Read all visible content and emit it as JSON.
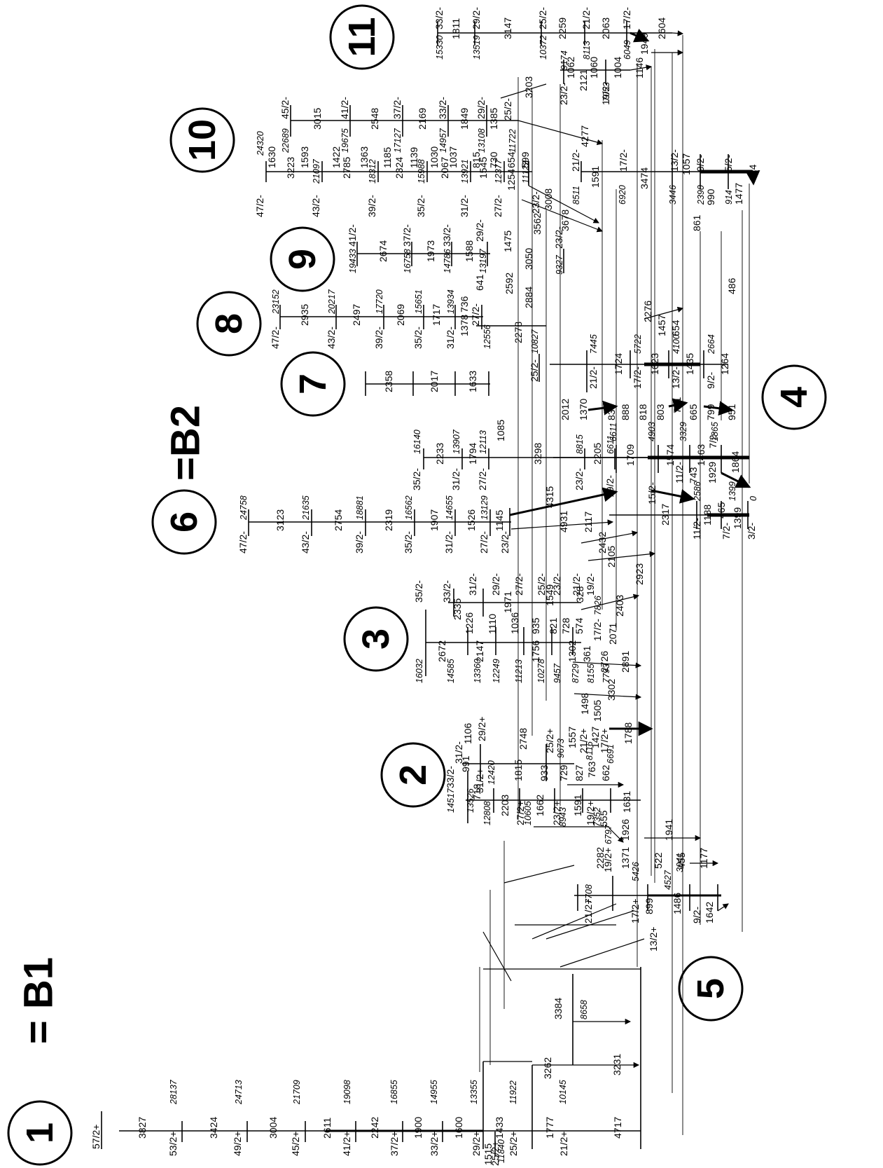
{
  "bands": {
    "b1": {
      "number": "1",
      "label": "= B1"
    },
    "b2": {
      "number": "2"
    },
    "b3": {
      "number": "3"
    },
    "b4": {
      "number": "4"
    },
    "b5": {
      "number": "5"
    },
    "b6": {
      "number": "6",
      "label": "=B2"
    },
    "b7": {
      "number": "7"
    },
    "b8": {
      "number": "8"
    },
    "b9": {
      "number": "9"
    },
    "b10": {
      "number": "10"
    },
    "b11": {
      "number": "11"
    }
  },
  "band1": {
    "spins": [
      "57/2+",
      "53/2+",
      "49/2+",
      "45/2+",
      "41/2+",
      "37/2+",
      "33/2+",
      "29/2+",
      "25/2+",
      "21/2+",
      "25/2+"
    ],
    "energies": [
      "28137",
      "24713",
      "21709",
      "19098",
      "16855",
      "14955",
      "13355",
      "11922",
      "10145",
      "11840"
    ],
    "gammas": [
      "3827",
      "3424",
      "3004",
      "2611",
      "2242",
      "1900",
      "1600",
      "1433",
      "1777",
      "4717",
      "1515",
      "3262",
      "3384",
      "3231",
      "8658"
    ]
  },
  "band2": {
    "spins": [
      "33/2-",
      "31/2-",
      "29/2+",
      "31/2+",
      "27/2+",
      "25/2+",
      "23/2+",
      "21/2+",
      "19/2+",
      "17/2+"
    ],
    "energies": [
      "14517",
      "13526",
      "12808",
      "12420",
      "10605",
      "9673",
      "8943",
      "8116",
      "7352",
      "6691"
    ],
    "gammas": [
      "991",
      "718",
      "1106",
      "2203",
      "2748",
      "1815",
      "933",
      "1662",
      "729",
      "1557",
      "827",
      "763",
      "1591",
      "1427",
      "662",
      "1505",
      "1498",
      "1788",
      "1631",
      "555",
      "1926"
    ]
  },
  "band3": {
    "spins": [
      "35/2-",
      "33/2-",
      "31/2-",
      "29/2-",
      "27/2-",
      "25/2-",
      "23/2-",
      "21/2-",
      "19/2-",
      "17/2-"
    ],
    "energies": [
      "16032",
      "14585",
      "13360",
      "12249",
      "11213",
      "10278",
      "9457",
      "8729",
      "8155",
      "7826",
      "7793"
    ],
    "gammas": [
      "2672",
      "2335",
      "2147",
      "1226",
      "1110",
      "1036",
      "1971",
      "935",
      "821",
      "1549",
      "1756",
      "728",
      "574",
      "1302",
      "361",
      "328",
      "3302",
      "2726",
      "2891",
      "2071",
      "2403",
      "2923",
      "2105",
      "2432",
      "2117"
    ]
  },
  "band4": {
    "spins": [
      "21/2-",
      "17/2-",
      "13/2-",
      "9/2-",
      "15/2-",
      "11/2-",
      "7/2-",
      "3/2-",
      "11/2-",
      "7/2-"
    ],
    "energies": [
      "7445",
      "5722",
      "4100",
      "2664",
      "6611",
      "4903",
      "3329",
      "1865",
      "2586",
      "1399",
      "0"
    ],
    "gammas": [
      "1724",
      "1623",
      "1435",
      "1264",
      "1457",
      "654",
      "2276",
      "834",
      "888",
      "818",
      "803",
      "771",
      "665",
      "799",
      "951",
      "1709",
      "1574",
      "1463",
      "1929",
      "743",
      "1864",
      "2317",
      "1188",
      "465",
      "1399"
    ]
  },
  "band5": {
    "spins": [
      "21/2+",
      "19/2+",
      "17/2+",
      "13/2+",
      "9/2-"
    ],
    "energies": [
      "7708",
      "6797",
      "5426",
      "4527",
      "3041"
    ],
    "gammas": [
      "2282",
      "1371",
      "899",
      "522",
      "1486",
      "455",
      "1177",
      "1941",
      "1642"
    ]
  },
  "band6": {
    "spins": [
      "47/2-",
      "43/2-",
      "39/2-",
      "35/2-",
      "31/2-",
      "27/2-",
      "23/2-"
    ],
    "energies": [
      "24758",
      "21635",
      "18881",
      "16562",
      "14655",
      "13129",
      "12113"
    ],
    "gammas": [
      "3123",
      "2754",
      "2319",
      "1907",
      "1526",
      "1145",
      "4315",
      "4931"
    ]
  },
  "b2side": {
    "spins": [
      "35/2-",
      "31/2-",
      "27/2-",
      "23/2-",
      "19/2-"
    ],
    "energies": [
      "16140",
      "13907",
      "12113",
      "8815",
      "6611"
    ],
    "gammas": [
      "2233",
      "1794",
      "3298",
      "2205",
      "1085"
    ]
  },
  "band7": {
    "gammas": [
      "2358",
      "2017",
      "1633"
    ]
  },
  "band8": {
    "spins": [
      "47/2-",
      "43/2-",
      "39/2-",
      "35/2-",
      "31/2-",
      "27/2-",
      "25/2-"
    ],
    "energies": [
      "23152",
      "20217",
      "17720",
      "15651",
      "13934",
      "12556",
      "10827"
    ],
    "gammas": [
      "2935",
      "2497",
      "2069",
      "1717",
      "1378",
      "736",
      "641",
      "2592",
      "2278",
      "2884",
      "2012",
      "1370"
    ]
  },
  "band9": {
    "spins": [
      "41/2-",
      "37/2-",
      "33/2-",
      "29/2-",
      "23/2-"
    ],
    "energies": [
      "19433",
      "16758",
      "14786",
      "13197",
      "9327"
    ],
    "gammas": [
      "2674",
      "1973",
      "1588",
      "1475",
      "3050",
      "3562"
    ]
  },
  "band10": {
    "spins": [
      "47/2-",
      "45/2-",
      "43/2-",
      "41/2-",
      "39/2-",
      "37/2-",
      "35/2-",
      "33/2-",
      "31/2-",
      "29/2-",
      "27/2-",
      "25/2-",
      "23/2-",
      "21/2-",
      "17/2-",
      "13/2-",
      "9/2-",
      "5/2-"
    ],
    "energies": [
      "24320",
      "22689",
      "21097",
      "19675",
      "18312",
      "17127",
      "15988",
      "14957",
      "13921",
      "13108",
      "12377",
      "11722",
      "11123",
      "8511",
      "6920",
      "3446",
      "2390",
      "914"
    ],
    "gammas": [
      "3223",
      "3015",
      "1630",
      "1593",
      "1422",
      "2785",
      "2548",
      "1363",
      "2324",
      "2169",
      "1185",
      "1139",
      "2067",
      "1849",
      "1030",
      "1037",
      "1545",
      "815",
      "730",
      "1385",
      "1254",
      "654",
      "599",
      "3008",
      "3678",
      "1591",
      "3474",
      "1057",
      "990",
      "861",
      "1477",
      "914",
      "486",
      "4277",
      "3203"
    ]
  },
  "band11": {
    "spins": [
      "33/2-",
      "29/2-",
      "25/2-",
      "21/2-",
      "17/2-",
      "23/2-",
      "19/2-"
    ],
    "energies": [
      "15330",
      "13519",
      "10372",
      "8113",
      "6049",
      "9174",
      "7053"
    ],
    "gammas": [
      "1811",
      "3147",
      "2259",
      "2063",
      "2604",
      "1949",
      "1146",
      "1004",
      "1060",
      "2121",
      "1062"
    ]
  }
}
